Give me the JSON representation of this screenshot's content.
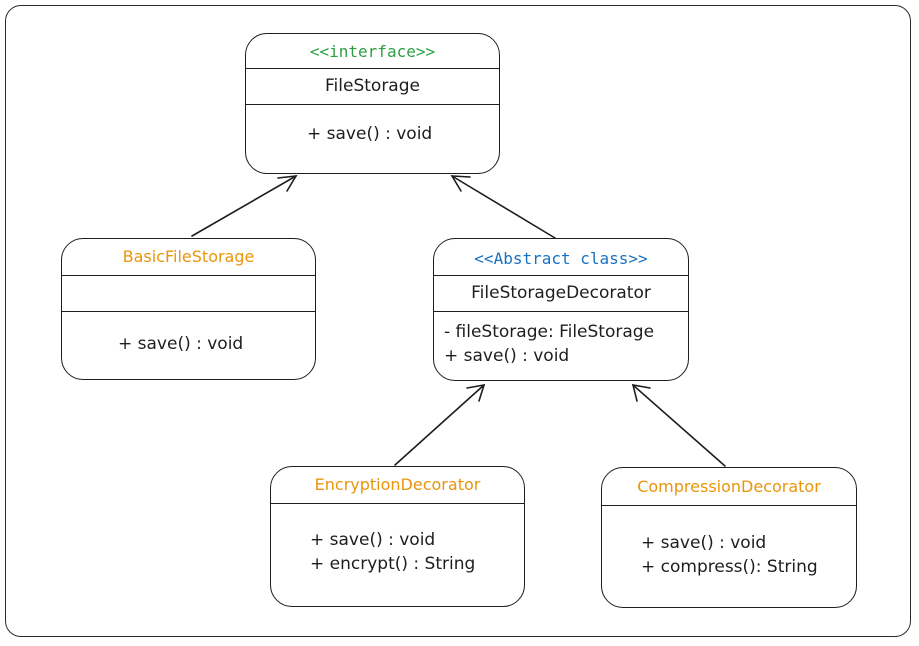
{
  "interface_box": {
    "stereotype": "<<interface>>",
    "name": "FileStorage",
    "operations": [
      "+ save() : void"
    ]
  },
  "basic_box": {
    "name": "BasicFileStorage",
    "operations": [
      "+ save() : void"
    ]
  },
  "decorator_box": {
    "stereotype": "<<Abstract class>>",
    "name": "FileStorageDecorator",
    "members": [
      "- fileStorage: FileStorage",
      "+ save() : void"
    ]
  },
  "encryption_box": {
    "name": "EncryptionDecorator",
    "operations": [
      "+ save() : void",
      "+ encrypt() : String"
    ]
  },
  "compression_box": {
    "name": "CompressionDecorator",
    "operations": [
      "+ save() : void",
      "+ compress(): String"
    ]
  },
  "colors": {
    "stroke": "#1e1e1e",
    "interface_stereotype": "#2f9e44",
    "abstract_stereotype": "#1971c2",
    "class_name_accent": "#e8950b"
  }
}
